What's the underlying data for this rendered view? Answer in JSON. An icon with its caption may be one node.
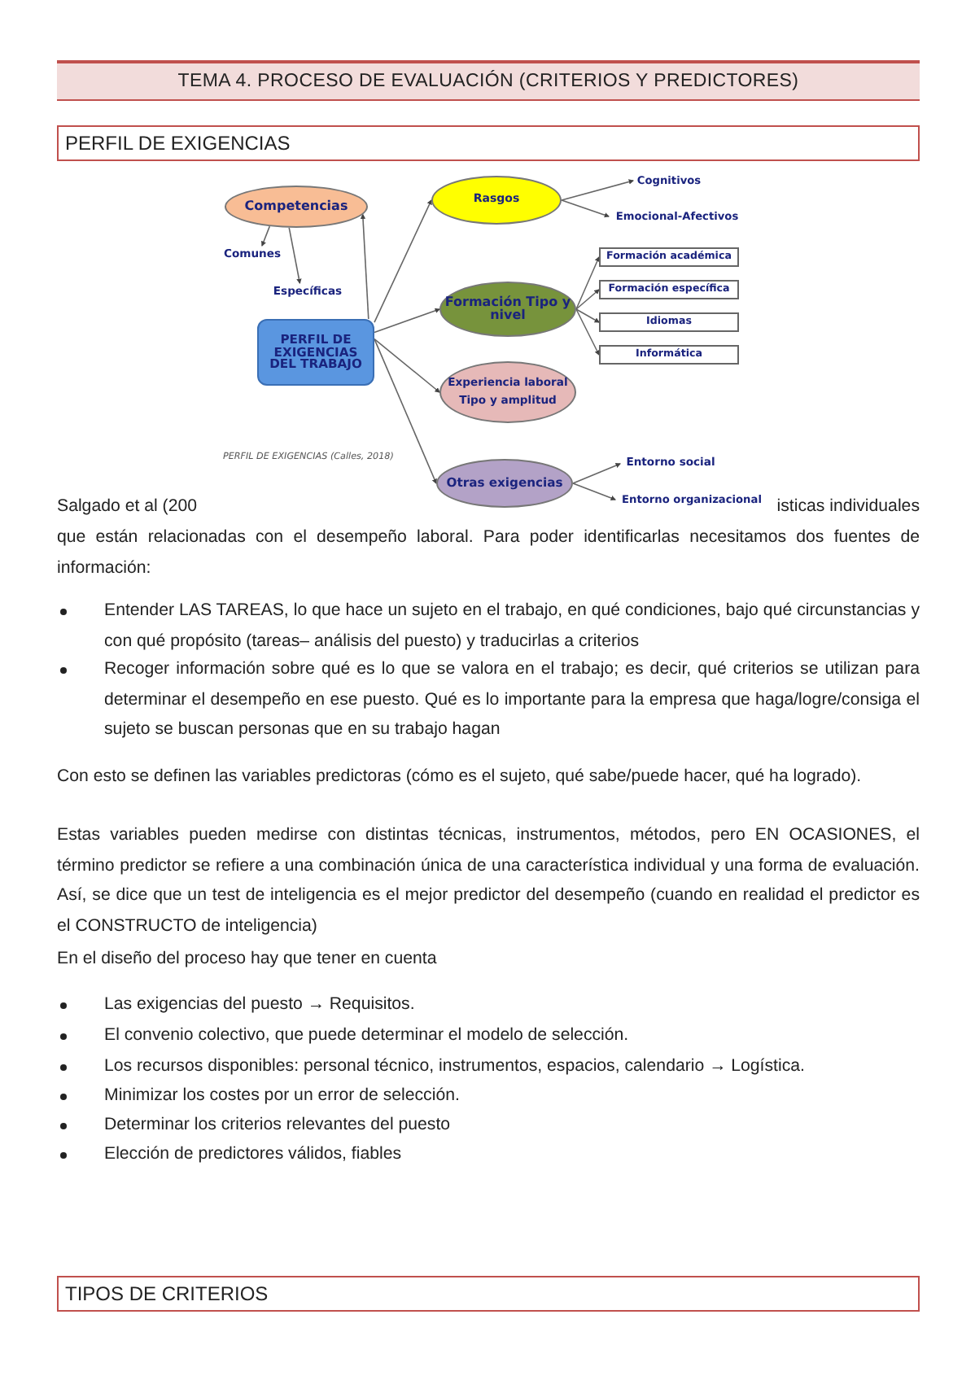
{
  "diagram": {
    "title": "TEMA 4.  PROCESO DE EVALUACIÓN (CRITERIOS Y PREDICTORES)",
    "caption": "PERFIL DE EXIGENCIAS (Calles, 2018)",
    "nodes": [
      {
        "text": [
          "Competencias"
        ]
      },
      {
        "text": [
          "Comunes"
        ]
      },
      {
        "text": [
          "Específicas"
        ]
      },
      {
        "text": [
          "PERFIL DE EXIGENCIAS DEL TRABAJO"
        ]
      },
      {
        "text": [
          "Rasgos"
        ]
      },
      {
        "text": [
          "Cognitivos"
        ]
      },
      {
        "text": [
          "Emocional-Afectivos"
        ]
      },
      {
        "text": [
          "Formación Tipo y nivel"
        ]
      },
      {
        "text": [
          "Formación académica"
        ]
      },
      {
        "text": [
          "Formación específica"
        ]
      },
      {
        "text": [
          "Idiomas"
        ]
      },
      {
        "text": [
          "Informática"
        ]
      },
      {
        "text": [
          "Experiencia laboral",
          "Tipo y amplitud"
        ]
      },
      {
        "text": [
          "Otras exigencias"
        ]
      },
      {
        "text": [
          "Entorno social"
        ]
      },
      {
        "text": [
          "Entorno organizacional"
        ]
      }
    ],
    "edges": [
      {
        "from": 3,
        "to": 0,
        "arrow": "to"
      },
      {
        "from": 0,
        "to": 1,
        "arrow": "to"
      },
      {
        "from": 0,
        "to": 2,
        "arrow": "to"
      },
      {
        "from": 3,
        "to": 4,
        "arrow": "to"
      },
      {
        "from": 3,
        "to": 7,
        "arrow": "to"
      },
      {
        "from": 3,
        "to": 12,
        "arrow": "to"
      },
      {
        "from": 3,
        "to": 13,
        "arrow": "to"
      },
      {
        "from": 4,
        "to": 5,
        "arrow": "to"
      },
      {
        "from": 4,
        "to": 6,
        "arrow": "to"
      },
      {
        "from": 7,
        "to": 8,
        "arrow": "to"
      },
      {
        "from": 7,
        "to": 9,
        "arrow": "to"
      },
      {
        "from": 7,
        "to": 10,
        "arrow": "to"
      },
      {
        "from": 7,
        "to": 11,
        "arrow": "to"
      },
      {
        "from": 13,
        "to": 14,
        "arrow": "to"
      },
      {
        "from": 13,
        "to": 15,
        "arrow": "to"
      }
    ],
    "labels": [
      "PERFIL DE EXIGENCIAS",
      "Salgado et al (200",
      "isticas individuales",
      "que están relacionadas con el desempeño laboral. Para poder identificarlas necesitamos dos fuentes de información:",
      "Entender LAS TAREAS, lo que hace un sujeto en el trabajo, en qué condiciones, bajo qué circunstancias y con qué propósito (tareas– análisis del puesto) y traducirlas a criterios",
      "Recoger información sobre qué es lo que se valora en el trabajo; es decir, qué criterios se utilizan para determinar el desempeño en ese puesto. Qué es lo importante para la empresa que haga/logre/consiga el sujeto se buscan personas que en su trabajo hagan",
      "Con esto se definen las variables predictoras (cómo es el sujeto, qué sabe/puede hacer, qué ha logrado).",
      "Estas variables pueden medirse con distintas técnicas, instrumentos, métodos, pero EN OCASIONES, el término predictor se refiere a una combinación única de una característica individual y una forma de evaluación. Así, se dice que un test de inteligencia es el mejor predictor del desempeño (cuando en realidad el predictor es el CONSTRUCTO de inteligencia)",
      "En el diseño del proceso hay que tener en cuenta",
      "Las exigencias del puesto → Requisitos.",
      "El convenio colectivo, que puede determinar el modelo de selección.",
      "Los recursos disponibles: personal técnico, instrumentos, espacios, calendario → Logística.",
      "Minimizar los costes por un error de selección.",
      "Determinar los criterios relevantes del puesto",
      "Elección de predictores válidos, fiables",
      "TIPOS DE CRITERIOS"
    ]
  }
}
